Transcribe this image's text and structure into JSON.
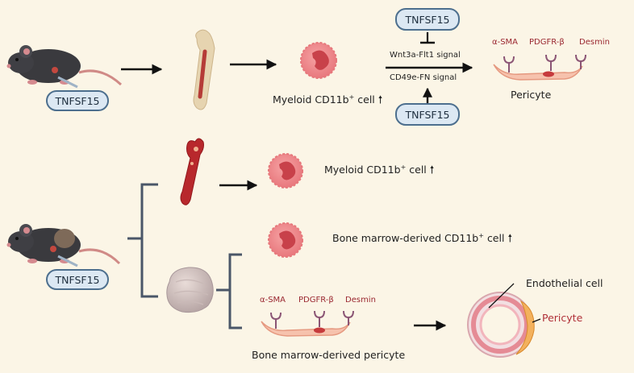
{
  "labels": {
    "tnfsf15_mouse_top": "TNFSF15",
    "tnfsf15_mouse_bottom": "TNFSF15",
    "tnfsf15_inhibit": "TNFSF15",
    "tnfsf15_promote": "TNFSF15",
    "wnt_signal": "Wnt3a-Flt1 signal",
    "cd49e_signal": "CD49e-FN signal",
    "myeloid_top": "Myeloid CD11b",
    "myeloid_mid": "Myeloid CD11b",
    "bm_derived_cd11b": "Bone marrow-derived CD11b",
    "cell_suffix": "cell",
    "sup_plus": "+",
    "up_arrow": "🠕",
    "pericyte_top": "Pericyte",
    "bm_pericyte": "Bone marrow-derived pericyte",
    "endothelial": "Endothelial cell",
    "pericyte_vessel": "Pericyte"
  },
  "markers": [
    "α-SMA",
    "PDGFR-β",
    "Desmin"
  ],
  "colors": {
    "background": "#fbf5e6",
    "pill_border": "#4d6f8e",
    "pill_fill": "#dce8f3",
    "marker_text": "#9a2730",
    "pericyte_label": "#b03038",
    "bracket": "#4a5668",
    "cell_fill": "#ef8a8e",
    "pericyte_fill": "#f6c2ad"
  }
}
